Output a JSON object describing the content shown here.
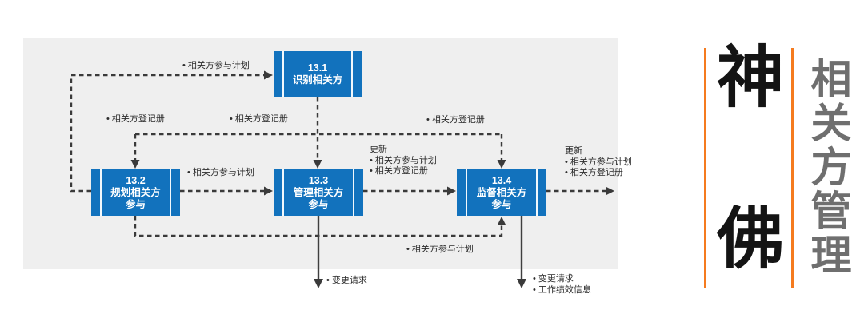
{
  "diagram": {
    "boxes": [
      {
        "code": "13.1",
        "line1": "识别相关方",
        "line2": ""
      },
      {
        "code": "13.2",
        "line1": "规划相关方",
        "line2": "参与"
      },
      {
        "code": "13.3",
        "line1": "管理相关方",
        "line2": "参与"
      },
      {
        "code": "13.4",
        "line1": "监督相关方",
        "line2": "参与"
      }
    ],
    "labels": {
      "plan_to_identify": "• 相关方参与计划",
      "register_left": "• 相关方登记册",
      "register_mid": "• 相关方登记册",
      "register_right": "• 相关方登记册",
      "plan_mid": "• 相关方参与计划",
      "plan_bottom": "• 相关方参与计划",
      "change_request_33": "• 变更请求"
    },
    "update_block_before_134": {
      "title": "更新",
      "item1": "• 相关方参与计划",
      "item2": "• 相关方登记册"
    },
    "update_block_after_134": {
      "title": "更新",
      "item1": "• 相关方参与计划",
      "item2": "• 相关方登记册"
    },
    "outputs_134": {
      "item1": "• 变更请求",
      "item2": "• 工作绩效信息"
    }
  },
  "sidebar": {
    "brand_top": "神",
    "brand_bottom": "佛",
    "vertical_title": "相关方管理"
  },
  "colors": {
    "box_blue": "#1272bd",
    "panel_gray": "#efefef",
    "line_dark": "#3a3a3a",
    "accent_orange": "#f57b1f",
    "side_title_gray": "#6f6f6f",
    "brand_black": "#141414"
  }
}
